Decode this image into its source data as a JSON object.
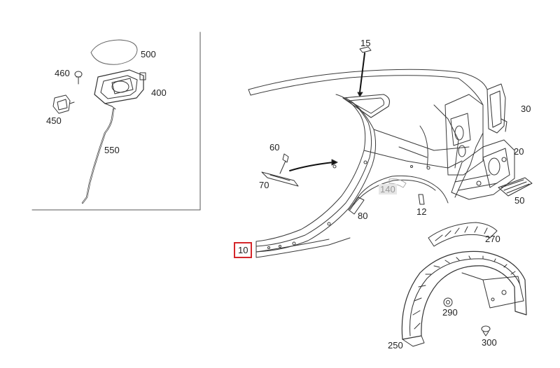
{
  "diagram": {
    "highlight_color": "#d4262a",
    "inset_parts": [
      {
        "id": "p500",
        "label": "500"
      },
      {
        "id": "p460",
        "label": "460"
      },
      {
        "id": "p400",
        "label": "400"
      },
      {
        "id": "p450",
        "label": "450"
      },
      {
        "id": "p550",
        "label": "550"
      }
    ],
    "main_parts": [
      {
        "id": "p15",
        "label": "15"
      },
      {
        "id": "p30",
        "label": "30"
      },
      {
        "id": "p20",
        "label": "20"
      },
      {
        "id": "p60",
        "label": "60"
      },
      {
        "id": "p70",
        "label": "70"
      },
      {
        "id": "p140",
        "label": "140",
        "style": "greyed"
      },
      {
        "id": "p12",
        "label": "12"
      },
      {
        "id": "p50",
        "label": "50"
      },
      {
        "id": "p80",
        "label": "80"
      },
      {
        "id": "p10",
        "label": "10",
        "style": "highlighted"
      },
      {
        "id": "p270",
        "label": "270"
      },
      {
        "id": "p290",
        "label": "290"
      },
      {
        "id": "p250",
        "label": "250"
      },
      {
        "id": "p300",
        "label": "300"
      }
    ]
  }
}
